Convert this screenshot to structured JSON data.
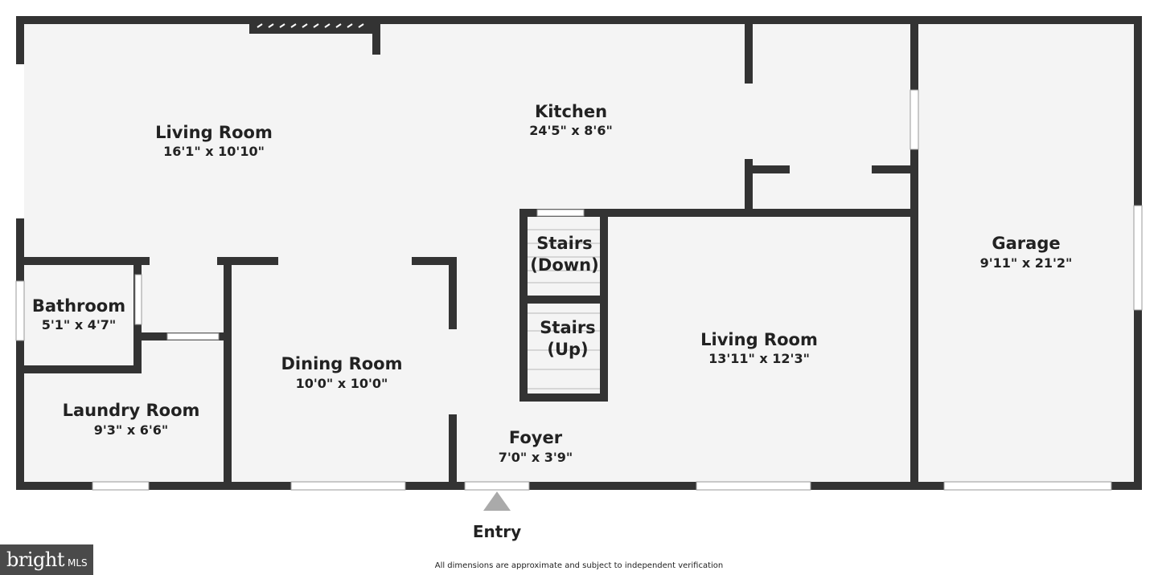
{
  "rooms": [
    {
      "id": "living-room-1",
      "name": "Living Room",
      "dims": "16'1\" x 10'10\""
    },
    {
      "id": "kitchen",
      "name": "Kitchen",
      "dims": "24'5\" x 8'6\""
    },
    {
      "id": "garage",
      "name": "Garage",
      "dims": "9'11\" x 21'2\""
    },
    {
      "id": "stairs-down",
      "name_line1": "Stairs",
      "name_line2": "(Down)"
    },
    {
      "id": "stairs-up",
      "name_line1": "Stairs",
      "name_line2": "(Up)"
    },
    {
      "id": "bathroom",
      "name": "Bathroom",
      "dims": "5'1\" x 4'7\""
    },
    {
      "id": "living-room-2",
      "name": "Living Room",
      "dims": "13'11\" x 12'3\""
    },
    {
      "id": "dining-room",
      "name": "Dining Room",
      "dims": "10'0\" x 10'0\""
    },
    {
      "id": "laundry-room",
      "name": "Laundry Room",
      "dims": "9'3\" x 6'6\""
    },
    {
      "id": "foyer",
      "name": "Foyer",
      "dims": "7'0\" x 3'9\""
    }
  ],
  "entry_label": "Entry",
  "disclaimer": "All dimensions are approximate and subject to independent verification",
  "logo": {
    "brand": "bright",
    "suffix": "MLS"
  },
  "colors": {
    "wall": "#333333",
    "floor": "#f4f4f4",
    "logo_bg": "#4a4a4a"
  }
}
